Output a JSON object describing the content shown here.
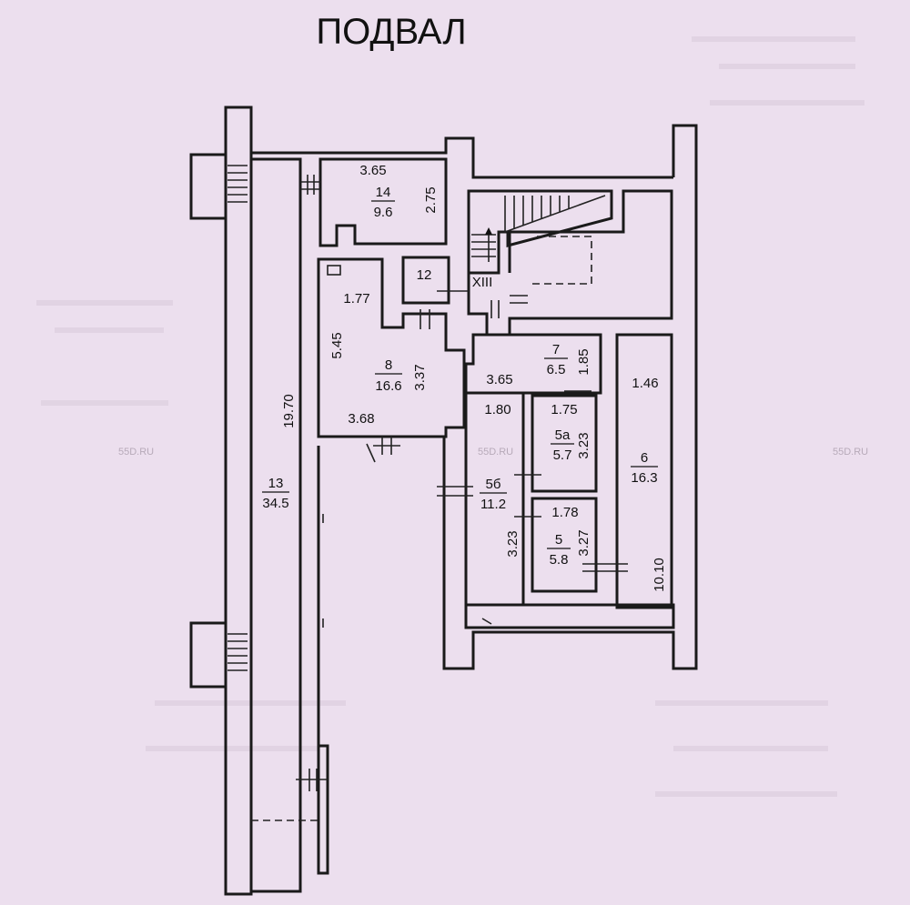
{
  "title": "ПОДВАЛ",
  "watermark": "55D.RU",
  "roman": "XIII",
  "rooms": [
    {
      "id": "r14",
      "num": "14",
      "area": "9.6"
    },
    {
      "id": "r12",
      "num": "12"
    },
    {
      "id": "r8",
      "num": "8",
      "area": "16.6"
    },
    {
      "id": "r7",
      "num": "7",
      "area": "6.5"
    },
    {
      "id": "r5a",
      "num": "5а",
      "area": "5.7"
    },
    {
      "id": "r5b",
      "num": "5б",
      "area": "11.2"
    },
    {
      "id": "r5",
      "num": "5",
      "area": "5.8"
    },
    {
      "id": "r6",
      "num": "6",
      "area": "16.3"
    },
    {
      "id": "r13",
      "num": "13",
      "area": "34.5"
    }
  ],
  "dimensions": {
    "d365a": "3.65",
    "d275": "2.75",
    "d177": "1.77",
    "d545": "5.45",
    "d337": "3.37",
    "d368": "3.68",
    "d365b": "3.65",
    "d185": "1.85",
    "d180": "1.80",
    "d175": "1.75",
    "d323a": "3.23",
    "d323b": "3.23",
    "d178": "1.78",
    "d327": "3.27",
    "d146": "1.46",
    "d1010": "10.10",
    "d1970": "19.70"
  },
  "colors": {
    "background": "#ecdfee",
    "ink": "#1a1a1a",
    "watermark": "#b7aab9"
  }
}
